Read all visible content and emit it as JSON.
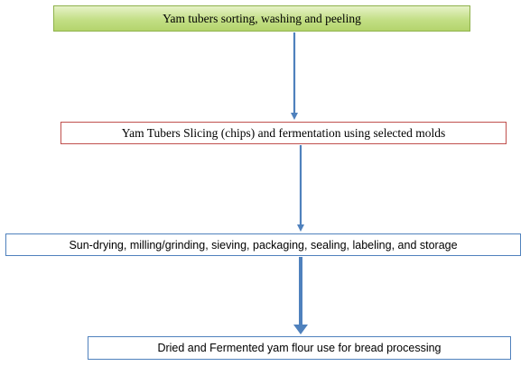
{
  "diagram": {
    "steps": [
      {
        "label": "Yam tubers sorting, washing and peeling",
        "border_color": "#8fb24b",
        "fill_color": "#c3df86"
      },
      {
        "label": "Yam Tubers Slicing (chips) and fermentation using  selected molds",
        "border_color": "#c0504d",
        "fill_color": "#ffffff"
      },
      {
        "label": "Sun-drying,  milling/grinding, sieving, packaging, sealing, labeling, and  storage",
        "border_color": "#4f81bd",
        "fill_color": "#ffffff"
      },
      {
        "label": "Dried and Fermented  yam flour use for bread processing",
        "border_color": "#4f81bd",
        "fill_color": "#ffffff"
      }
    ],
    "arrow_color": "#4f81bd"
  }
}
